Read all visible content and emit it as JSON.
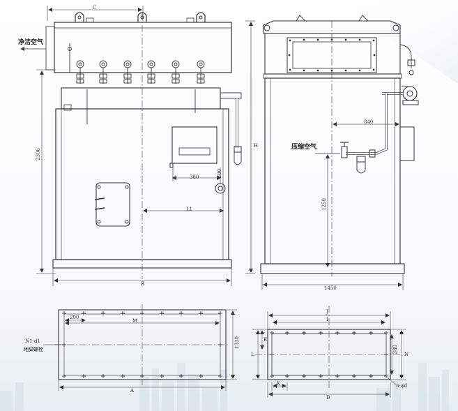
{
  "drawing": {
    "front_view": {
      "clean_air_label": "净洁空气",
      "dim_top_width": "C",
      "dim_total_height": "2306",
      "dim_height_H": "H",
      "dim_380": "380",
      "dim_300": "300",
      "dim_L1": "L1",
      "dim_base_width": "B"
    },
    "side_view": {
      "compressed_air_label": "压缩空气",
      "dim_840": "840",
      "dim_1250": "1250",
      "dim_1450": "1450"
    },
    "foundation_left": {
      "dim_200": "200",
      "dim_M": "M",
      "dim_1310": "1310",
      "dim_A": "A",
      "bolt_spec": "N1-d1",
      "bolt_label": "地脚螺栓"
    },
    "foundation_right": {
      "dim_J": "J",
      "dim_I": "I",
      "dim_K_left": "K",
      "dim_L": "L",
      "dim_380": "380",
      "dim_N": "N",
      "dim_K_bottom": "K",
      "dim_D": "D",
      "hole_spec": "n-φd"
    }
  }
}
